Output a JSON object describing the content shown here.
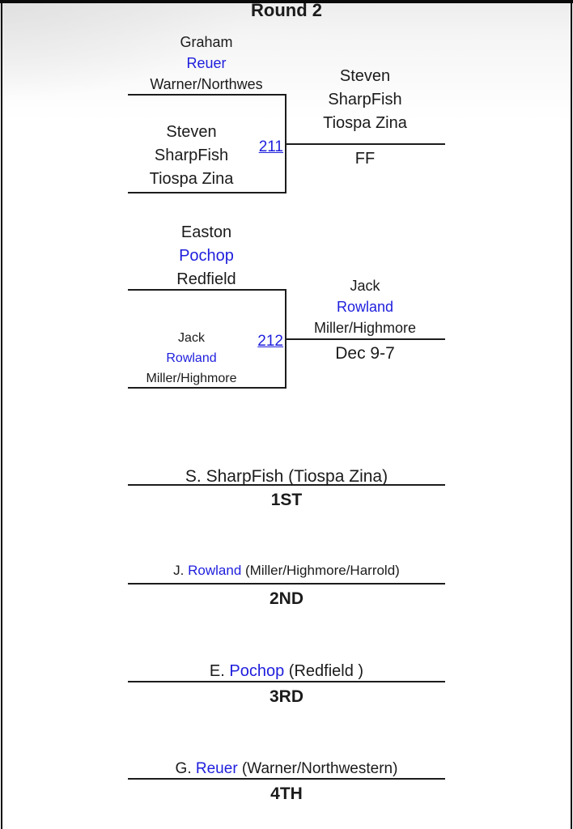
{
  "page": {
    "title": "Round 2"
  },
  "colors": {
    "link_blue": "#1e1edd",
    "line_black": "#1c1c1c"
  },
  "matches": [
    {
      "number": "211",
      "top_seed": {
        "first": "Graham",
        "last": "Reuer",
        "team": "Warner/Northwes"
      },
      "bottom_seed": {
        "first": "Steven",
        "last": "SharpFish",
        "team": "Tiospa Zina"
      },
      "winner": {
        "first": "Steven",
        "last": "SharpFish",
        "team": "Tiospa Zina"
      },
      "result": "FF"
    },
    {
      "number": "212",
      "top_seed": {
        "first": "Easton",
        "last": "Pochop",
        "team": "Redfield"
      },
      "bottom_seed": {
        "first": "Jack",
        "last": "Rowland",
        "team": "Miller/Highmore"
      },
      "winner": {
        "first": "Jack",
        "last": "Rowland",
        "team": "Miller/Highmore"
      },
      "result": "Dec 9-7"
    }
  ],
  "placements": [
    {
      "rank": "1ST",
      "initial": "S.",
      "last": "SharpFish",
      "team": "(Tiospa Zina)"
    },
    {
      "rank": "2ND",
      "initial": "J.",
      "last": "Rowland",
      "team": "(Miller/Highmore/Harrold)"
    },
    {
      "rank": "3RD",
      "initial": "E.",
      "last": "Pochop",
      "team": "(Redfield )"
    },
    {
      "rank": "4TH",
      "initial": "G.",
      "last": "Reuer",
      "team": "(Warner/Northwestern)"
    }
  ]
}
